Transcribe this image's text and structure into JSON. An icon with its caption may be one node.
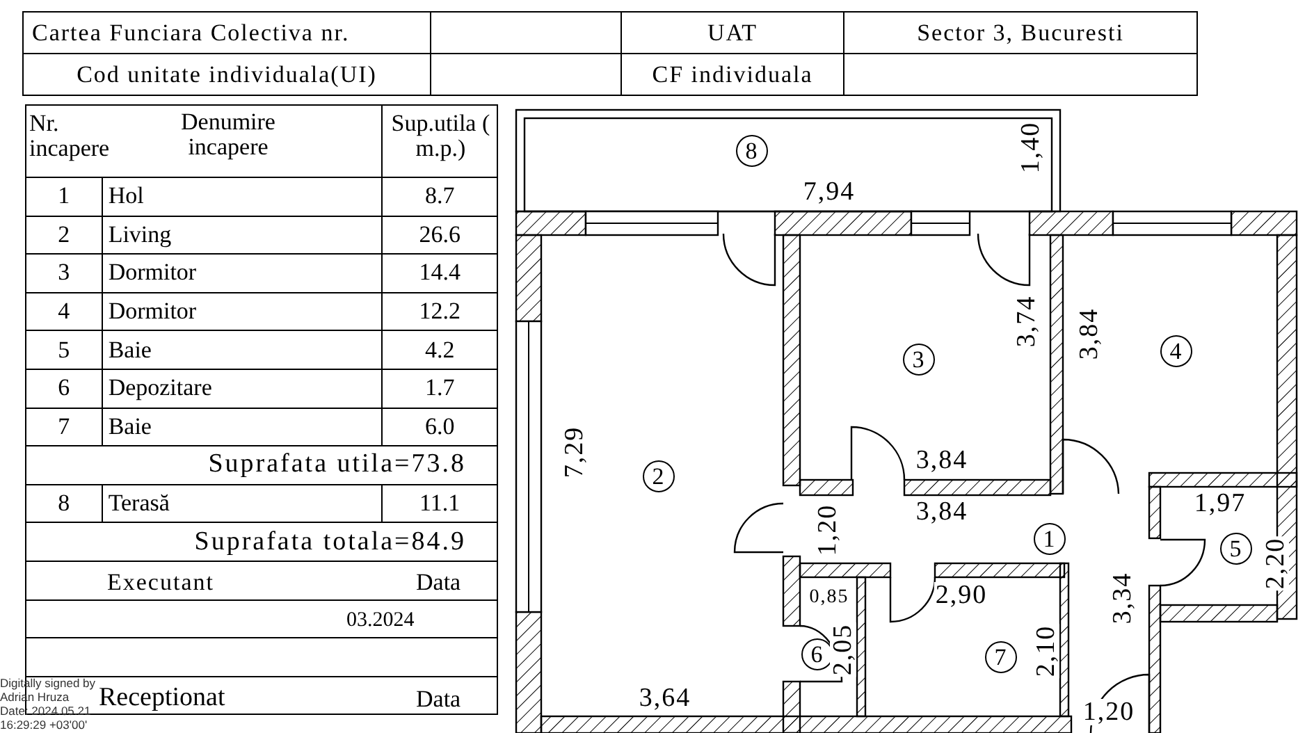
{
  "diagram": {
    "nodes": [
      {
        "text": [
          "8"
        ],
        "beside": [
          "7,94"
        ]
      },
      {
        "text": [
          "3"
        ],
        "beside": [
          "3,74",
          "3,84"
        ]
      },
      {
        "text": [
          "4"
        ],
        "beside": [
          "3,84"
        ]
      },
      {
        "text": [
          "2"
        ],
        "beside": [
          "7,29"
        ]
      },
      {
        "text": [
          "1"
        ],
        "beside": [
          "3,84",
          "1,20",
          "3,34",
          "1,20"
        ]
      },
      {
        "text": [
          "5"
        ],
        "beside": [
          "1,97",
          "2,20"
        ]
      },
      {
        "text": [
          "6"
        ],
        "beside": [
          "0,85",
          "2,05"
        ]
      },
      {
        "text": [
          "7"
        ],
        "beside": [
          "2,90",
          "2,10"
        ]
      }
    ],
    "labels": [
      "Cartea Funciara Colectiva nr.",
      "UAT",
      "Sector 3, Bucuresti",
      "Cod unitate individuala(UI)",
      "CF individuala",
      "Nr. incapere",
      "Denumire incapere",
      "Sup.utila ( m.p.)",
      "1",
      "Hol",
      "8.7",
      "2",
      "Living",
      "26.6",
      "3",
      "Dormitor",
      "14.4",
      "4",
      "Dormitor",
      "12.2",
      "5",
      "Baie",
      "4.2",
      "6",
      "Depozitare",
      "1.7",
      "7",
      "Baie",
      "6.0",
      "Suprafata utila=73.8",
      "8",
      "Terasă",
      "11.1",
      "Suprafata totala=84.9",
      "Executant",
      "Data",
      "03.2024",
      "Receptionat",
      "Data",
      "Digitally signed by Adrian Hruza Date: 2024.05.21 16:29:29 +03'00'",
      "1,40",
      "3,64"
    ]
  }
}
